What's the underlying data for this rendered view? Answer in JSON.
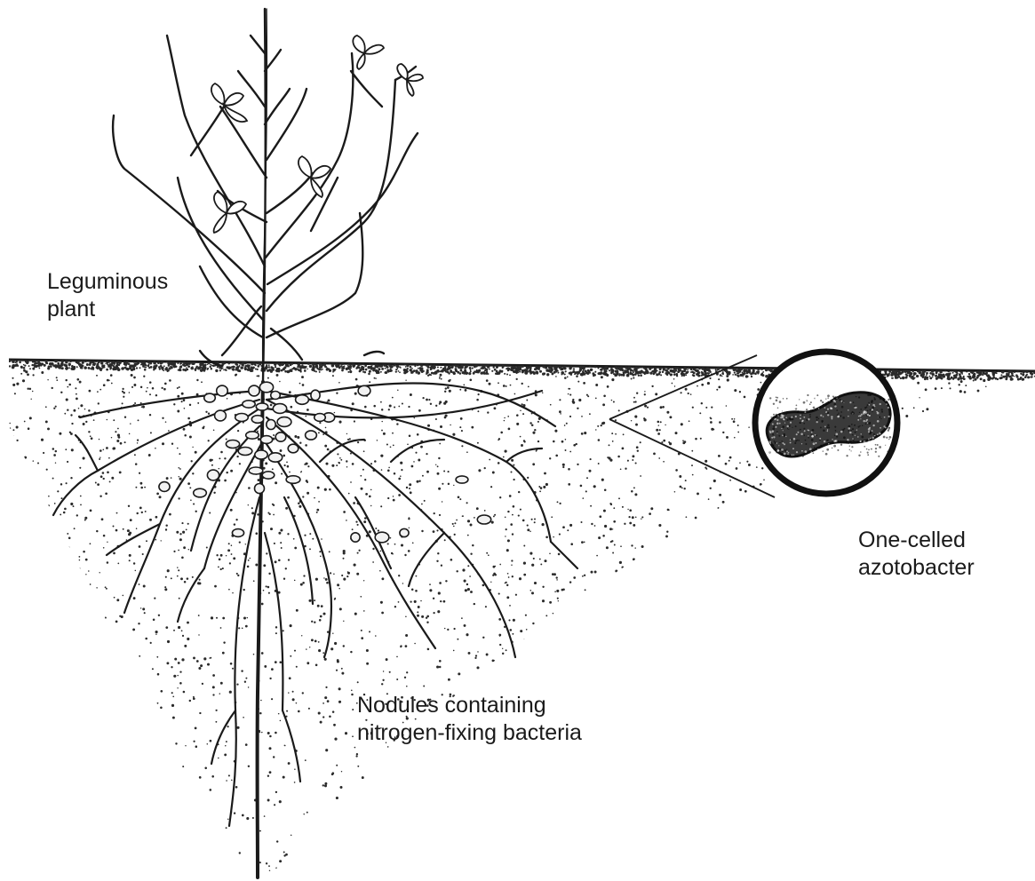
{
  "labels": {
    "plant": [
      "Leguminous",
      "plant"
    ],
    "azotobacter": [
      "One-celled",
      "azotobacter"
    ],
    "nodules": [
      "Nodules containing",
      "nitrogen-fixing bacteria"
    ]
  },
  "colors": {
    "ink": "#1a1a1a",
    "soil_dots": "#2a2a2a",
    "nodule_fill": "#f2f2f2",
    "background": "#ffffff"
  }
}
